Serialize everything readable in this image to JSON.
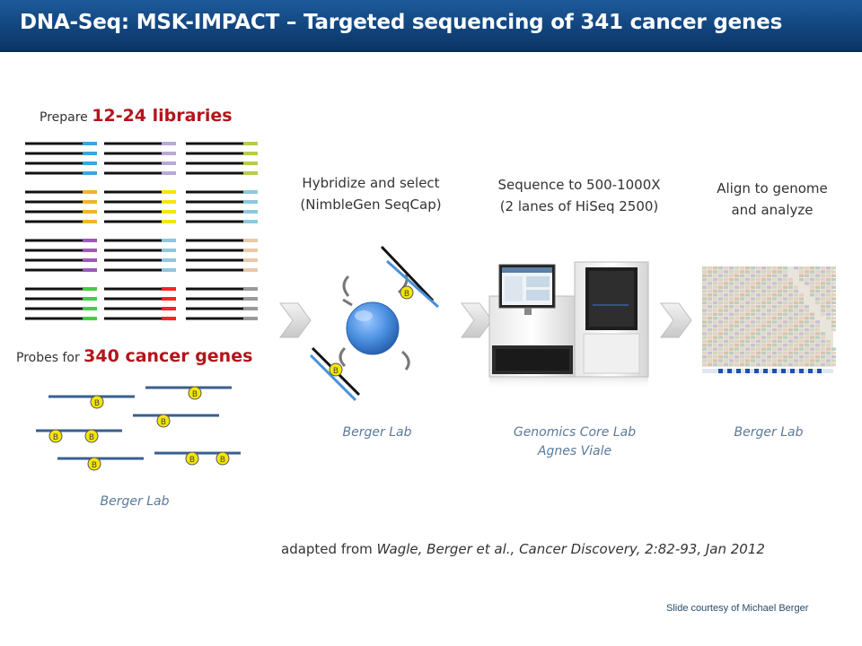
{
  "header": {
    "title": "DNA-Seq: MSK-IMPACT – Targeted sequencing of 341 cancer genes"
  },
  "libraries": {
    "prefix": "Prepare",
    "highlight": "12-24 libraries"
  },
  "probes": {
    "prefix": "Probes for",
    "highlight": "340 cancer genes",
    "bead_label": "B"
  },
  "steps": {
    "hybridize": {
      "line1": "Hybridize and select",
      "line2": "(NimbleGen SeqCap)"
    },
    "sequence": {
      "line1": "Sequence to 500-1000X",
      "line2": "(2 lanes of HiSeq 2500)"
    },
    "align": {
      "line1": "Align to genome",
      "line2": "and analyze"
    }
  },
  "credits": {
    "probes": "Berger Lab",
    "hybridize": "Berger Lab",
    "sequence_line1": "Genomics Core Lab",
    "sequence_line2": "Agnes Viale",
    "align": "Berger Lab"
  },
  "citation": {
    "prefix": "adapted from ",
    "italic": "Wagle, Berger et al., Cancer Discovery, 2:82-93, Jan 2012"
  },
  "footer": {
    "courtesy": "Slide courtesy of Michael Berger"
  },
  "colors": {
    "title_bg": "#12457d",
    "highlight_red": "#b3141b",
    "credit_blue": "#5a7a9a",
    "probe_line": "#3a5f8f",
    "bead_yellow": "#f5e600",
    "capture_bead": "#4a8ee0",
    "tag_colors": [
      "#3aa6dd",
      "#b9a9d4",
      "#b7cc4a",
      "#f0b429",
      "#f5e600",
      "#8fc6dd",
      "#9b59b6",
      "#e8c8a8",
      "#44cc44",
      "#ff2222",
      "#999999"
    ]
  }
}
